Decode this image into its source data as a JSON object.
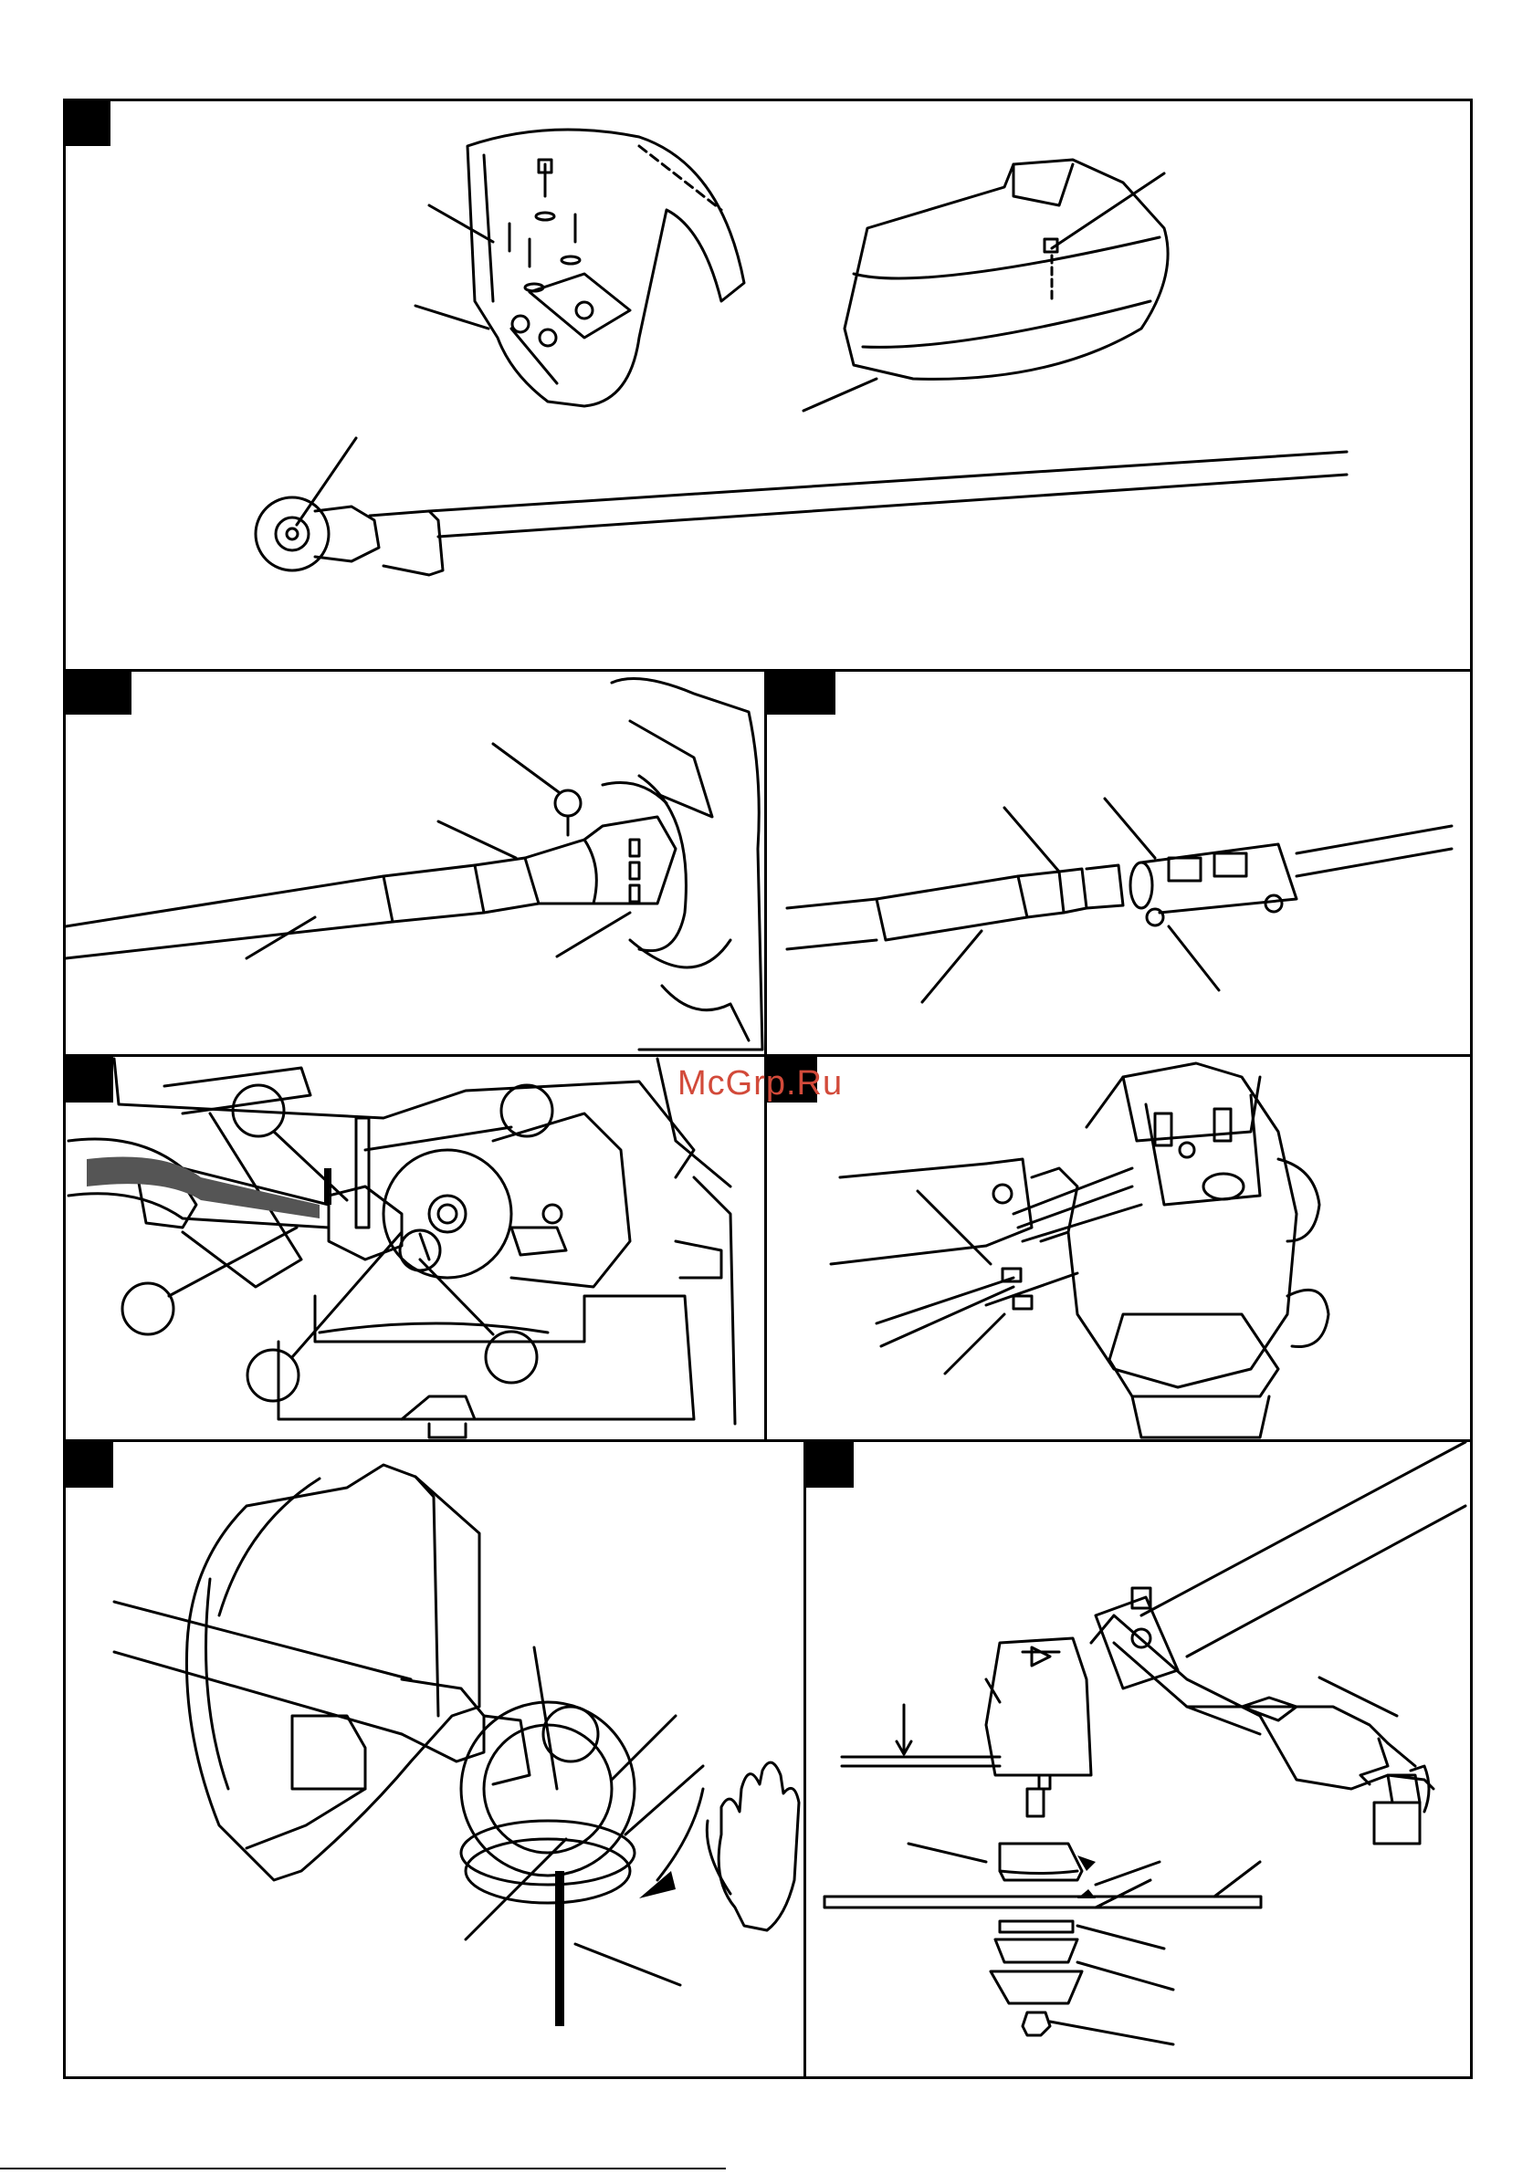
{
  "watermark": {
    "text": "McGrp.Ru"
  },
  "panels": [
    {
      "id": "panel-1",
      "label": ""
    },
    {
      "id": "panel-2",
      "label": ""
    },
    {
      "id": "panel-3",
      "label": ""
    },
    {
      "id": "panel-4",
      "label": ""
    },
    {
      "id": "panel-5",
      "label": ""
    },
    {
      "id": "panel-6",
      "label": ""
    },
    {
      "id": "panel-7",
      "label": ""
    }
  ],
  "colors": {
    "line": "#000000",
    "watermark": "#d24a3a",
    "fill": "#ffffff",
    "shade": "#555555"
  }
}
